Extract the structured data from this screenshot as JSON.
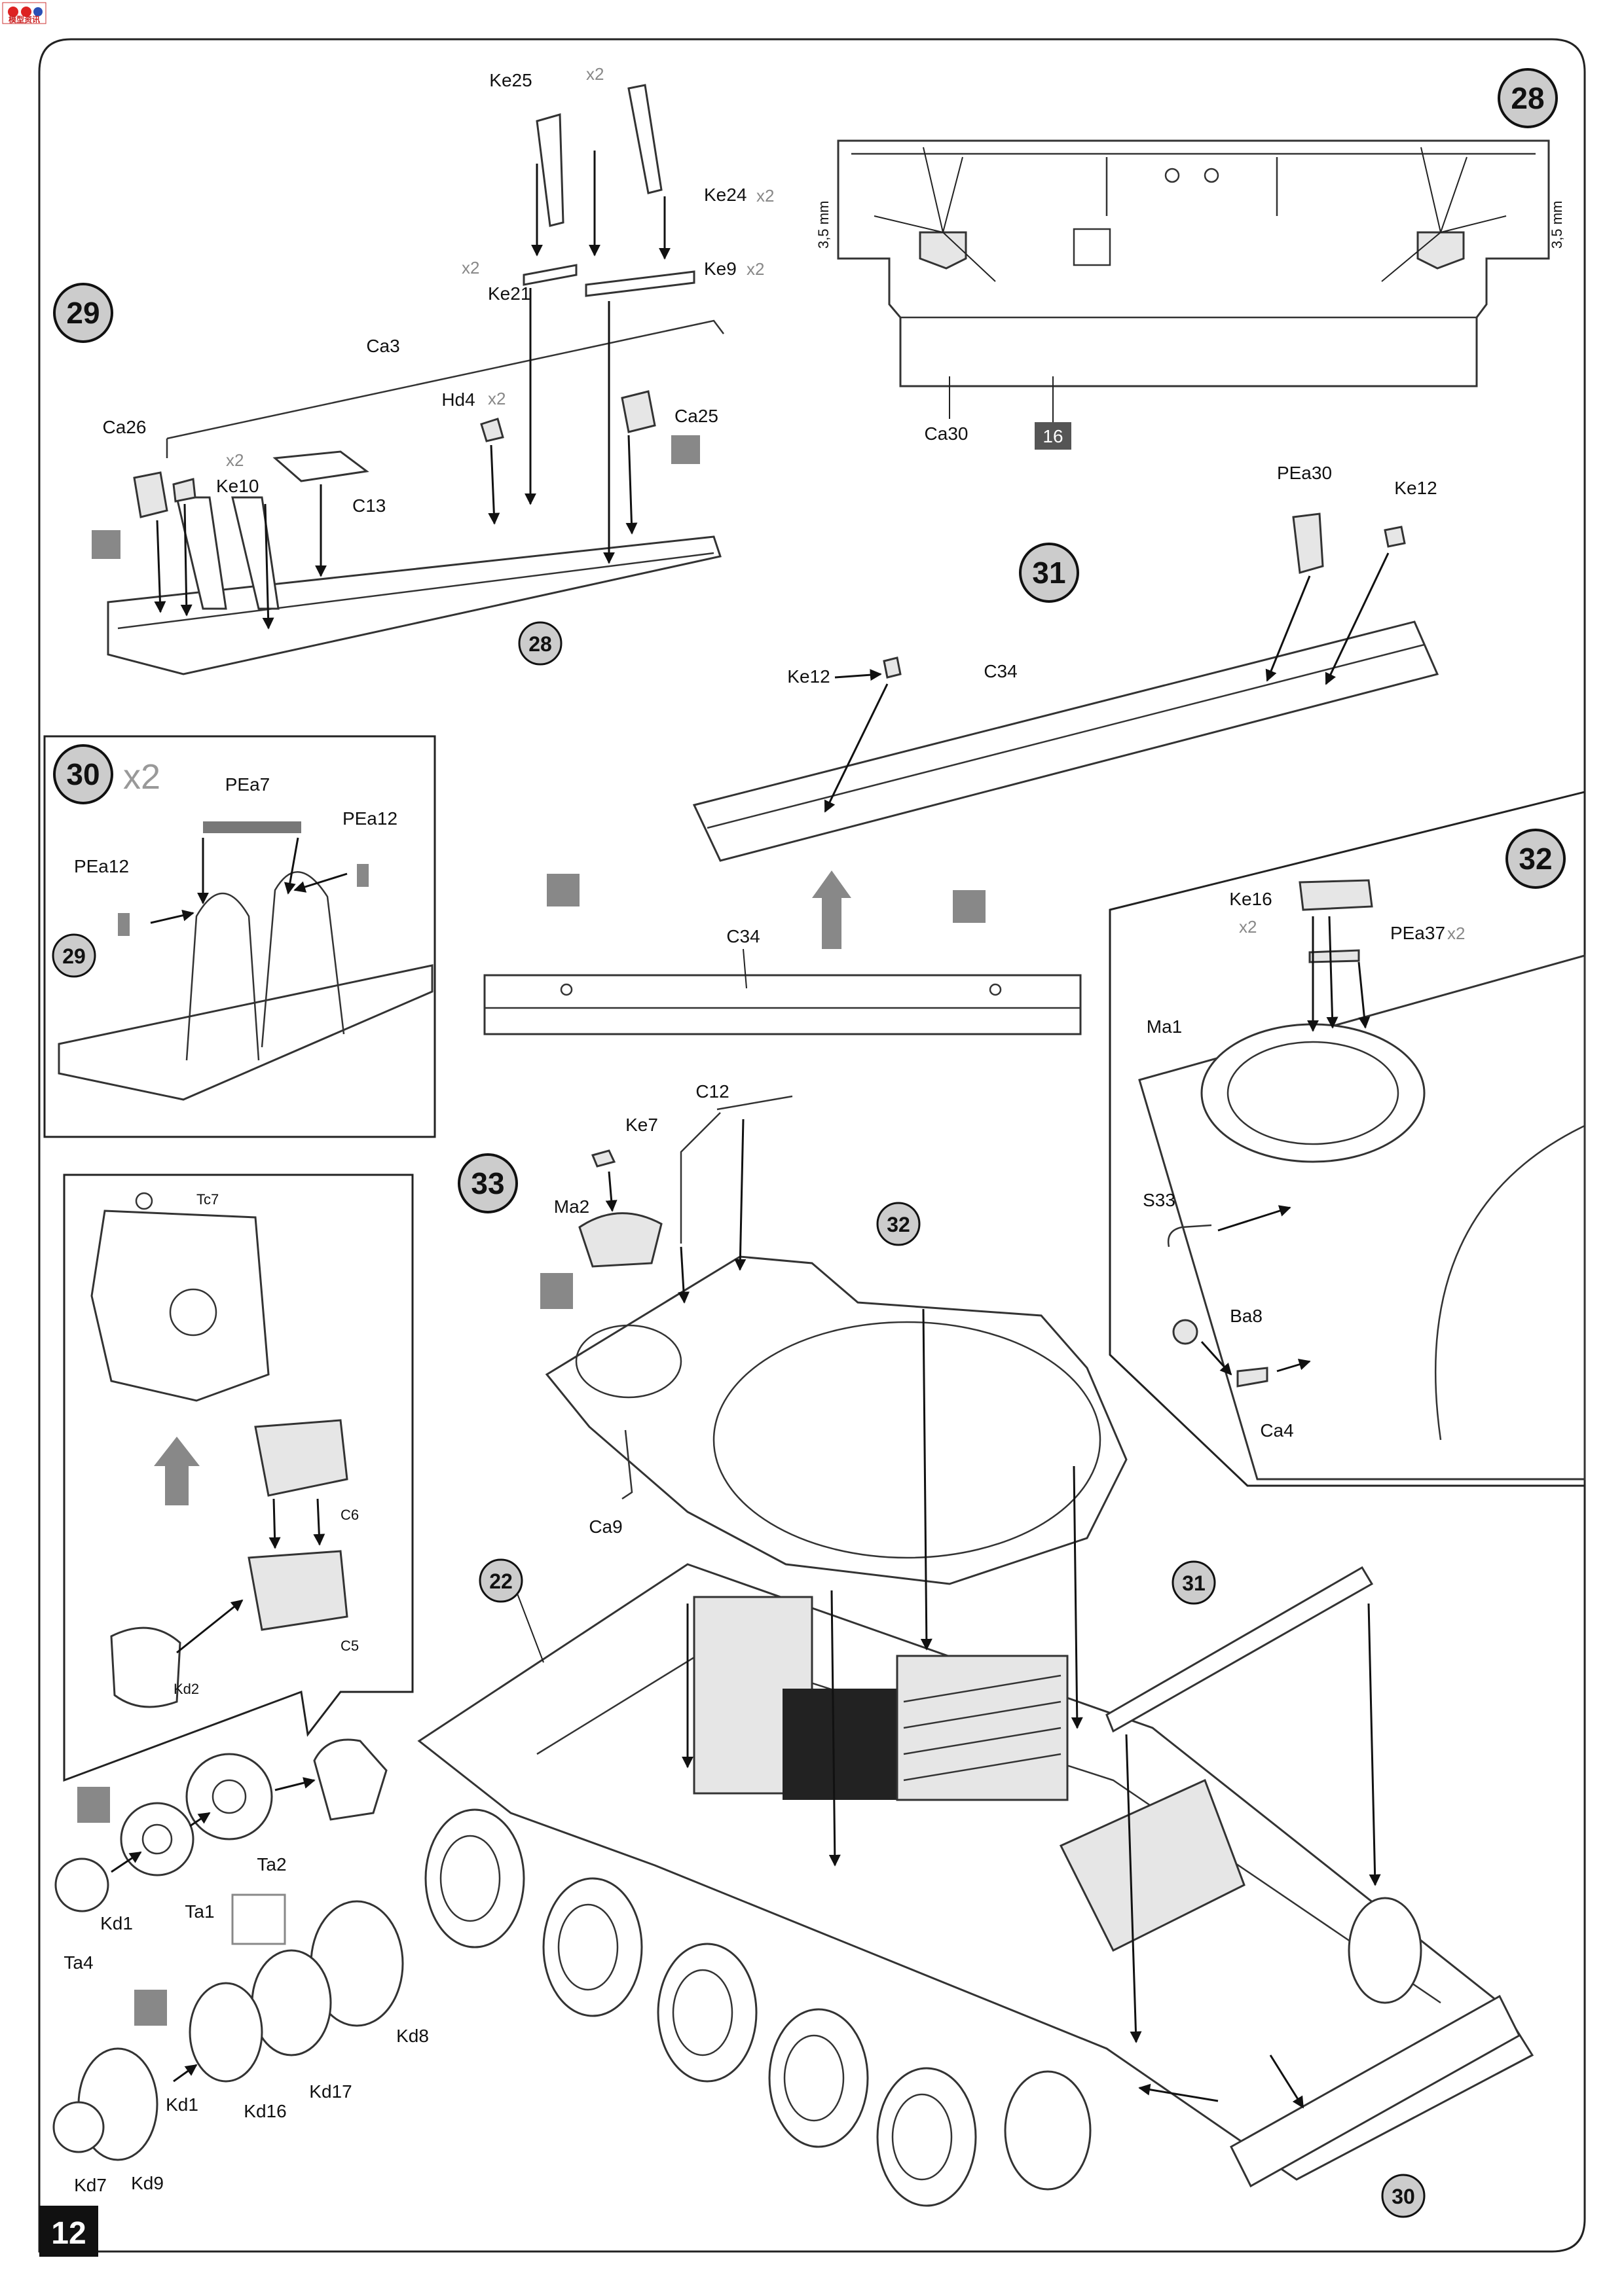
{
  "logo": {
    "text": "模型资讯"
  },
  "page_number": "12",
  "steps": {
    "s28": {
      "number": "28",
      "dims": [
        "3,5 mm",
        "3,5 mm"
      ],
      "labels": {
        "ca30": "Ca30",
        "ref": "16"
      }
    },
    "s29": {
      "number": "29",
      "labels": {
        "ke25": "Ke25",
        "ke24": "Ke24",
        "ke21": "Ke21",
        "ke9": "Ke9",
        "ca3": "Ca3",
        "hd4": "Hd4",
        "ca26": "Ca26",
        "ke10": "Ke10",
        "c13": "C13",
        "ca25": "Ca25",
        "ref": "28"
      }
    },
    "s30": {
      "number": "30",
      "count": "x2",
      "labels": {
        "pea7": "PEa7",
        "pea12a": "PEa12",
        "pea12b": "PEa12",
        "ref": "29"
      }
    },
    "s31": {
      "number": "31",
      "labels": {
        "pea30": "PEa30",
        "ke12a": "Ke12",
        "ke12b": "Ke12",
        "c34a": "C34",
        "c34b": "C34"
      }
    },
    "s32": {
      "number": "32",
      "labels": {
        "ke16": "Ke16",
        "pea37": "PEa37",
        "ma1": "Ma1",
        "s33": "S33",
        "ba8": "Ba8",
        "ca4": "Ca4"
      }
    },
    "s33": {
      "number": "33",
      "labels": {
        "c12": "C12",
        "ke7": "Ke7",
        "ma2": "Ma2",
        "ca9": "Ca9",
        "ref32": "32",
        "ref22": "22",
        "ref31": "31",
        "ref30": "30"
      }
    },
    "sprocket": {
      "labels": {
        "tc7": "Tc7",
        "c6": "C6",
        "c5": "C5",
        "kd2": "Kd2",
        "kd1a": "Kd1",
        "ta1": "Ta1",
        "ta2": "Ta2",
        "ta4": "Ta4",
        "kd8": "Kd8",
        "kd17": "Kd17",
        "kd16": "Kd16",
        "kd1b": "Kd1",
        "kd7": "Kd7",
        "kd9": "Kd9"
      }
    }
  },
  "multipliers": {
    "x2": "x2"
  }
}
